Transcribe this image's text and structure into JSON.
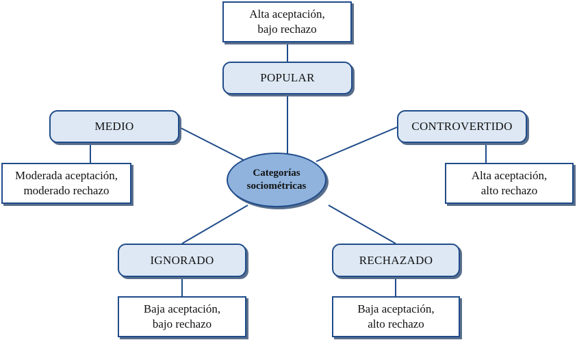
{
  "diagram": {
    "center": {
      "line1": "Categorías",
      "line2": "sociométricas"
    },
    "categories": {
      "popular": {
        "label": "POPULAR",
        "desc1": "Alta aceptación,",
        "desc2": "bajo rechazo"
      },
      "medio": {
        "label": "MEDIO",
        "desc1": "Moderada aceptación,",
        "desc2": "moderado rechazo"
      },
      "controvertido": {
        "label": "CONTROVERTIDO",
        "desc1": "Alta aceptación,",
        "desc2": "alto rechazo"
      },
      "ignorado": {
        "label": "IGNORADO",
        "desc1": "Baja aceptación,",
        "desc2": "bajo rechazo"
      },
      "rechazado": {
        "label": "RECHAZADO",
        "desc1": "Baja aceptación,",
        "desc2": "alto rechazo"
      }
    },
    "colors": {
      "line": "#1f4b8a",
      "box_fill": "#dde8f4",
      "center_fill": "#8fb3dd",
      "shadow": "#5a6f8c"
    }
  }
}
